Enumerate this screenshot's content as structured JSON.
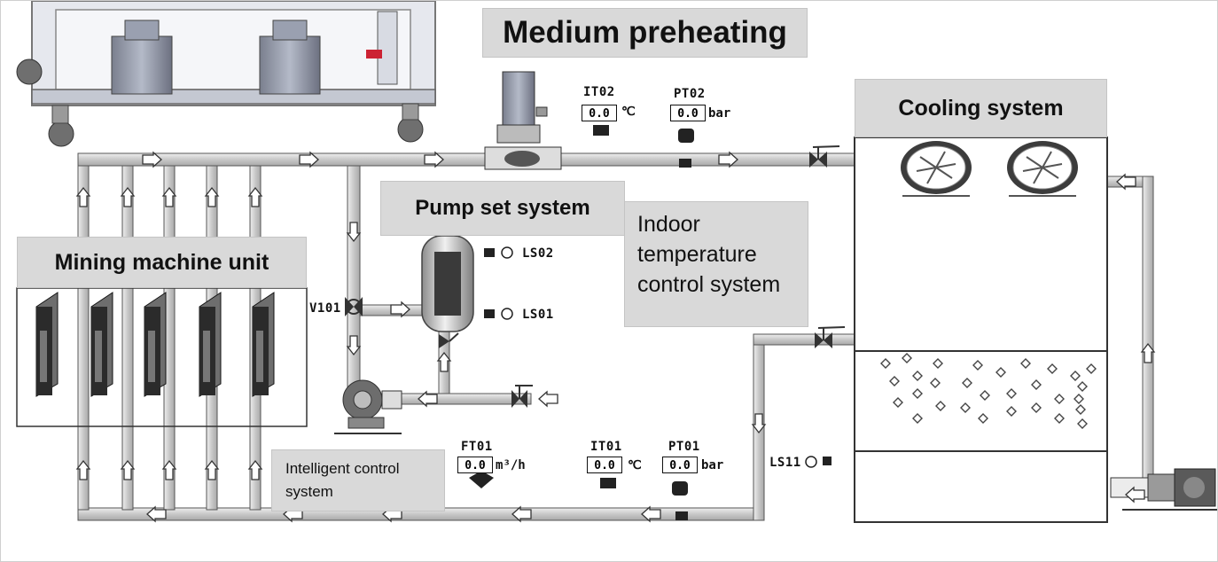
{
  "labels": {
    "medium_preheating": "Medium preheating",
    "cooling_system": "Cooling system",
    "pump_set_system": "Pump set system",
    "indoor_line1": "Indoor",
    "indoor_line2": "temperature",
    "indoor_line3": "control system",
    "mining_machine_unit": "Mining machine unit",
    "intelligent_line1": "Intelligent control",
    "intelligent_line2": "system"
  },
  "instruments": {
    "it02_tag": "IT02",
    "it02_value": "0.0",
    "it02_unit": "℃",
    "pt02_tag": "PT02",
    "pt02_value": "0.0",
    "pt02_unit": "bar",
    "ls02_tag": "LS02",
    "ls01_tag": "LS01",
    "v101_tag": "V101",
    "ft01_tag": "FT01",
    "ft01_value": "0.0",
    "ft01_unit": "m³/h",
    "it01_tag": "IT01",
    "it01_value": "0.0",
    "it01_unit": "℃",
    "pt01_tag": "PT01",
    "pt01_value": "0.0",
    "pt01_unit": "bar",
    "ls11_tag": "LS11"
  },
  "colors": {
    "pipe": "#d4d4d4",
    "pipe_edge": "#555555",
    "label_box": "#d9d9d9",
    "equipment": "#9aa3b8"
  },
  "icons": [
    "flow-arrow-icon",
    "valve-icon",
    "fan-icon",
    "pump-icon",
    "motor-icon",
    "miner-icon",
    "sensor-icon",
    "tank-icon"
  ]
}
